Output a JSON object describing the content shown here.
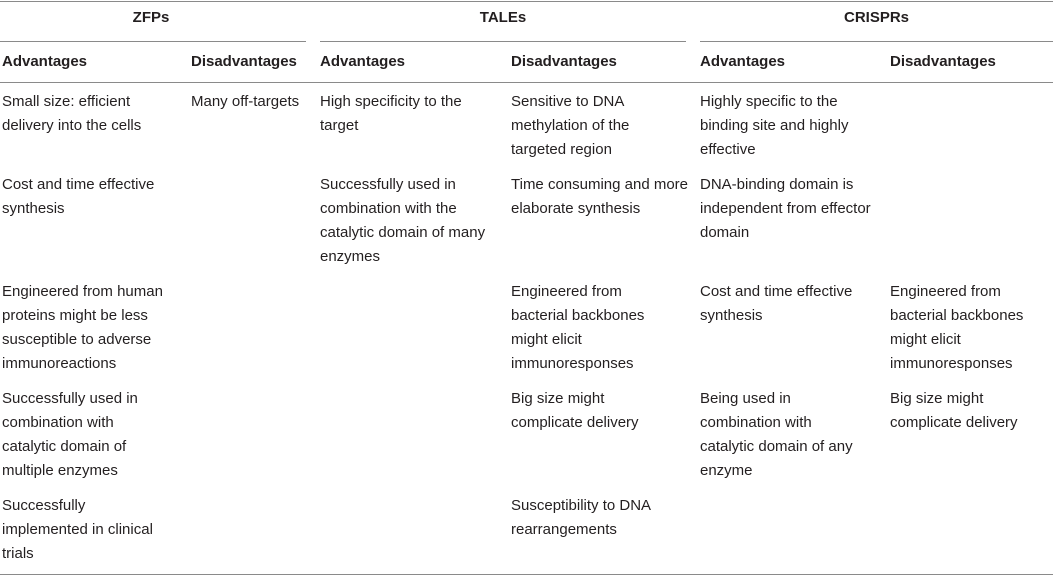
{
  "groups": [
    {
      "name": "ZFPs",
      "advantages_header": "Advantages",
      "disadvantages_header": "Disadvantages",
      "advantages": [
        "Small size: efficient delivery into the cells",
        "Cost and time effective synthesis",
        "Engineered from human proteins might be less susceptible to adverse immunoreactions",
        "Successfully used in combination with catalytic domain of multiple enzymes",
        "Successfully implemented in clinical trials"
      ],
      "disadvantages": [
        "Many off-targets",
        "",
        "",
        "",
        ""
      ]
    },
    {
      "name": "TALEs",
      "advantages_header": "Advantages",
      "disadvantages_header": "Disadvantages",
      "advantages": [
        "High specificity to the target",
        "Successfully used in combination with the catalytic domain of many enzymes",
        "",
        "",
        ""
      ],
      "disadvantages": [
        "Sensitive to DNA methylation of the targeted region",
        "Time consuming and more elaborate synthesis",
        "Engineered from bacterial backbones might elicit immunoresponses",
        "Big size might complicate delivery",
        "Susceptibility to DNA rearrangements"
      ]
    },
    {
      "name": "CRISPRs",
      "advantages_header": "Advantages",
      "disadvantages_header": "Disadvantages",
      "advantages": [
        "Highly specific to the binding site and highly effective",
        "DNA-binding domain is independent from effector domain",
        "Cost and time effective synthesis",
        "Being used in combination with catalytic domain of any enzyme",
        ""
      ],
      "disadvantages": [
        "",
        "",
        "Engineered from bacterial backbones might elicit immunoresponses",
        "Big size might complicate delivery",
        ""
      ]
    }
  ]
}
